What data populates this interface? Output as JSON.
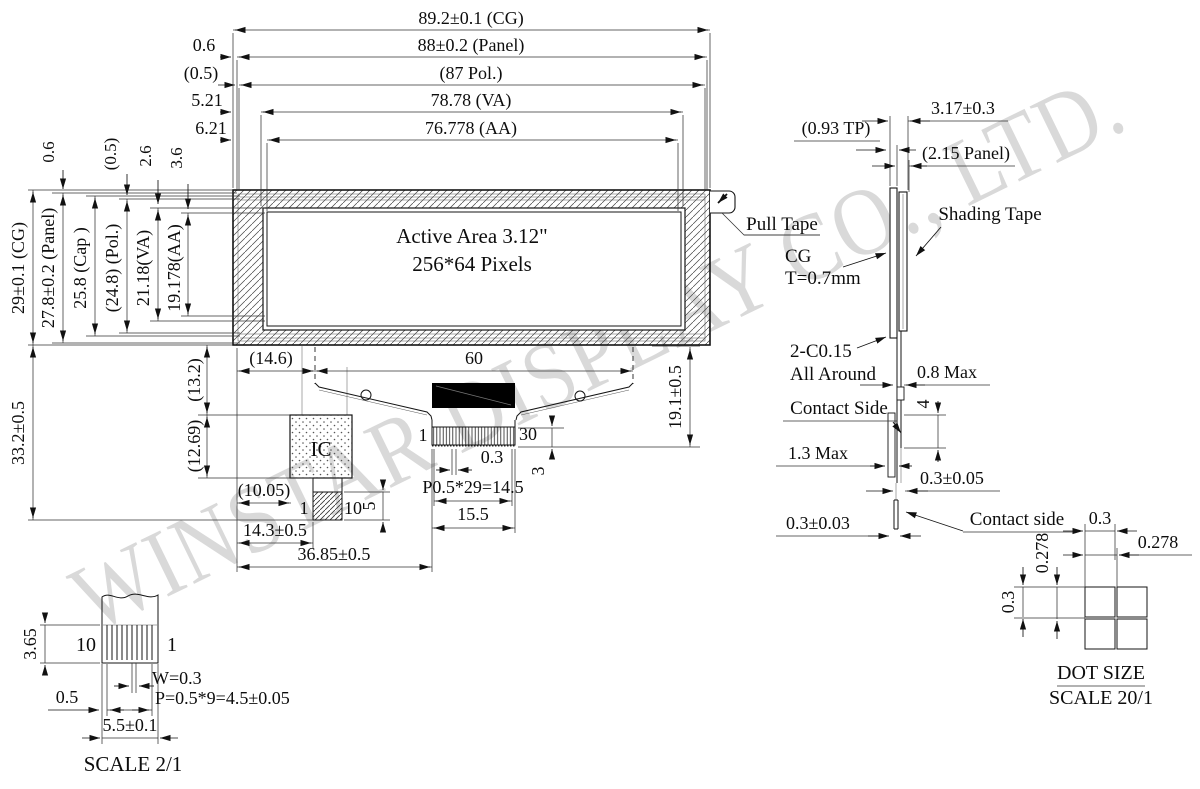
{
  "watermark": "WINSTAR DISPLAY CO., LTD.",
  "front": {
    "top_dims": [
      "89.2±0.1 (CG)",
      "88±0.2 (Panel)",
      "(87 Pol.)",
      "78.78 (VA)",
      "76.778 (AA)"
    ],
    "top_gaps": [
      "0.6",
      "(0.5)",
      "5.21",
      "6.21"
    ],
    "left_dims": [
      "29±0.1 (CG)",
      "27.8±0.2 (Panel)",
      "25.8 (Cap )",
      "(24.8) (Pol.)",
      "21.18(VA)",
      "19.178(AA)"
    ],
    "left_gaps": [
      "0.6",
      "(0.5)",
      "2.6",
      "3.6"
    ],
    "total_height": "33.2±0.5",
    "active_area": [
      "Active Area 3.12\"",
      "256*64 Pixels"
    ],
    "pull_tape": "Pull Tape",
    "ic_label": "IC",
    "connector": {
      "pin_first": "1",
      "pin_last": "30"
    },
    "ic_tab": {
      "pin_first": "1",
      "pin_last": "10"
    },
    "dims": {
      "tail_offset": "(14.6)",
      "tail_width": "60",
      "gap_upper": "(13.2)",
      "gap_lower": "(12.69)",
      "ic_offset": "(10.05)",
      "ic_pos": "14.3±0.5",
      "contact_pos": "36.85±0.5",
      "tab_height": "5",
      "finger_width": "0.3",
      "pitch_total": "P0.5*29=14.5",
      "contact_width": "15.5",
      "contact_height": "3",
      "fpc_length": "19.1±0.5"
    }
  },
  "side": {
    "thickness": "3.17±0.3",
    "tp": "(0.93 TP)",
    "panel": "(2.15 Panel)",
    "shading_tape": "Shading Tape",
    "cg_line1": "CG",
    "cg_line2": "T=0.7mm",
    "chamfer_line1": "2-C0.15",
    "chamfer_line2": "All Around",
    "fpc_max": "0.8 Max",
    "contact_len": "4",
    "contact_side_upper": "Contact Side",
    "bend_max": "1.3 Max",
    "fpc_t": "0.3±0.05",
    "contact_t": "0.3±0.03",
    "contact_side_lower": "Contact side"
  },
  "pin_detail": {
    "pin_left": "10",
    "pin_right": "1",
    "pin_len": "3.65",
    "pin_width": "W=0.3",
    "margin": "0.5",
    "pitch": "P=0.5*9=4.5±0.05",
    "width": "5.5±0.1",
    "title": "SCALE 2/1"
  },
  "dot_detail": {
    "dot_w": "0.3",
    "pitch_h": "0.278",
    "pitch_v": "0.278",
    "dot_h": "0.3",
    "title": "DOT SIZE",
    "scale": "SCALE 20/1"
  }
}
